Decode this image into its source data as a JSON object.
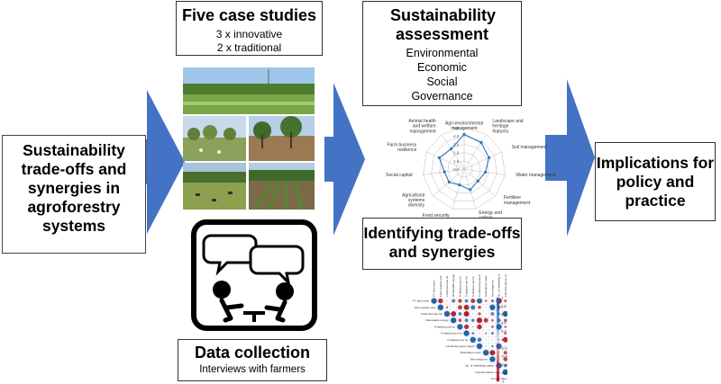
{
  "left_box": {
    "title": "Sustainability trade-offs and synergies in agroforestry systems"
  },
  "case_studies": {
    "title": "Five case studies",
    "line1": "3 x innovative",
    "line2": "2 x traditional"
  },
  "data_collection": {
    "title": "Data collection",
    "subtitle": "Interviews with farmers"
  },
  "assessment": {
    "title": "Sustainability assessment",
    "items": [
      "Environmental",
      "Economic",
      "Social",
      "Governance"
    ]
  },
  "radar": {
    "labels": [
      "Agri-environmental management",
      "Landscape and heritage features",
      "Soil management",
      "Water management",
      "Fertiliser management",
      "Energy and carbon",
      "Food security",
      "Agricultural systems diversity",
      "Social capital",
      "Farm business resilience",
      "Animal health and welfare management"
    ],
    "values": [
      4.2,
      3.8,
      3.3,
      2.6,
      2.2,
      2.6,
      2.0,
      2.4,
      2.4,
      3.3,
      2.9
    ],
    "scale_labels": [
      "5.0",
      "4.0",
      "3.0",
      "2.0",
      "1.0",
      "0.0"
    ],
    "max": 5
  },
  "tradeoffs": {
    "title": "Identifying trade-offs and synergies"
  },
  "correlation": {
    "variables": [
      "FY farm work",
      "Farm system size",
      "Fossil fuel use ha",
      "Renewable energy",
      "N balance per ha",
      "P balance per ha",
      "K balance per ha",
      "Combined gross margin",
      "Total labour costs",
      "Net margin ha",
      "No. of marketing outlets",
      "Full time labour units",
      "% local sales"
    ],
    "scale_ticks": [
      "1",
      "0.8",
      "0.6",
      "0.4",
      "0.2",
      "0",
      "-0.2",
      "-0.4",
      "-0.6",
      "-0.8",
      "-1"
    ]
  },
  "implications": {
    "title": "Implications for policy and practice"
  },
  "colors": {
    "arrow": "#4472c4",
    "radar_line": "#2e75b6",
    "positive": "#2166ac",
    "negative": "#b2182b"
  },
  "icons": [
    "farmers-interview-icon"
  ]
}
